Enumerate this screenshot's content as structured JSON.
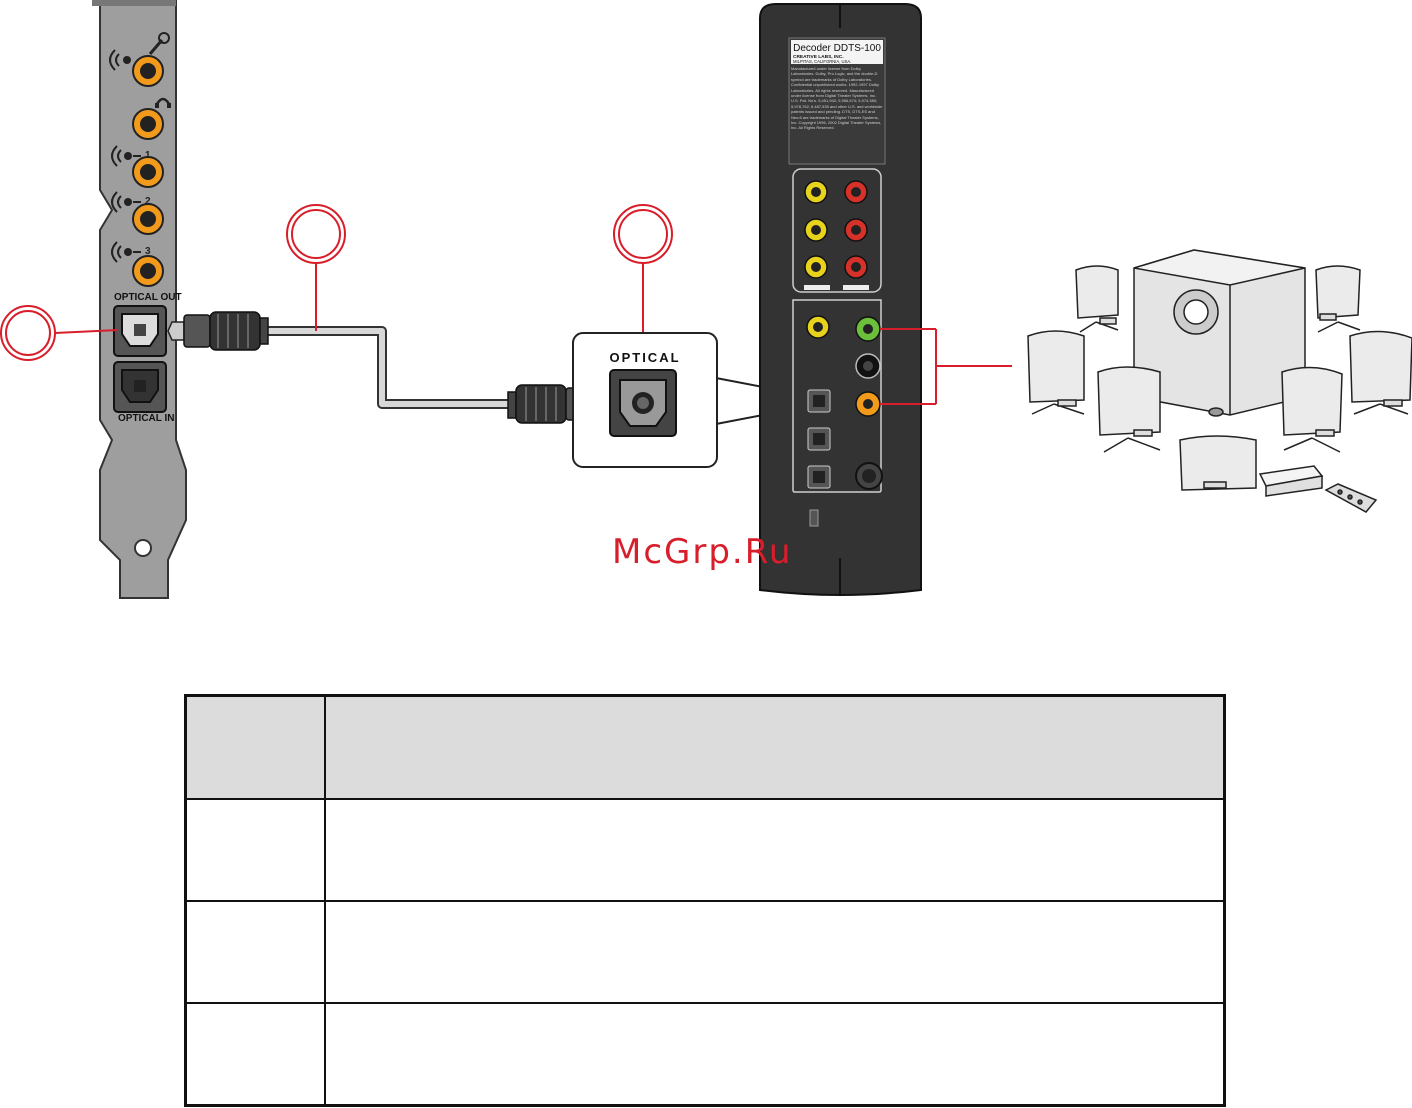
{
  "sound_card": {
    "optical_out_label": "OPTICAL OUT",
    "optical_in_label": "OPTICAL IN",
    "jack_labels": [
      "1",
      "2",
      "3"
    ]
  },
  "decoder": {
    "model_label": "Decoder DDTS-100",
    "maker_line1": "CREATIVE LABS, INC.",
    "maker_line2": "MILPITAS, CALIFORNIA, USA.",
    "license_text": "Manufactured under license from Dolby Laboratories. Dolby, Pro Logic, and the double-D symbol are trademarks of Dolby Laboratories. Confidential unpublished works. 1992-1997 Dolby Laboratories. All rights reserved. Manufactured under license from Digital Theater Systems, Inc. U.S. Pat. No's. 5,451,942; 5,956,674; 5,974,380; 5,978,762; 6,487,535 and other U.S. and worldwide patents issued and pending. DTS, DTS-ES and Neo:6 are trademarks of Digital Theater Systems, Inc. Copyright 1996, 2002 Digital Theater Systems, Inc. All Rights Reserved."
  },
  "callout": {
    "optical_label": "OPTICAL"
  },
  "watermark": "McGrp.Ru",
  "colors": {
    "marker_red": "#d81e2a",
    "jack_orange": "#f29a1c",
    "jack_red": "#d7322a",
    "jack_yellow": "#e8d31c",
    "jack_green": "#6cbf3a",
    "card_gray": "#9e9e9e",
    "decoder_body": "#333333"
  },
  "legend_table": {
    "header": [
      "",
      ""
    ],
    "rows": [
      [
        "",
        ""
      ],
      [
        "",
        ""
      ],
      [
        "",
        ""
      ]
    ]
  }
}
